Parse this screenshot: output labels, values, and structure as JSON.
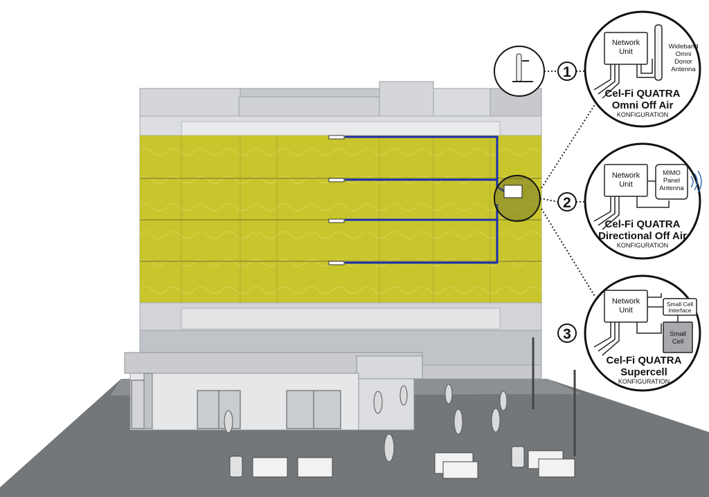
{
  "configs": [
    {
      "number": "1",
      "title_line1": "Cel-Fi QUATRA",
      "title_line2": "Omni Off Air",
      "subtitle": "KONFIGURATION",
      "unit_label_1": "Network",
      "unit_label_2": "Unit",
      "antenna_label": [
        "Wideband",
        "Omni",
        "Donor",
        "Antenna"
      ]
    },
    {
      "number": "2",
      "title_line1": "Cel-Fi QUATRA",
      "title_line2": "Directional Off Air",
      "subtitle": "KONFIGURATION",
      "unit_label_1": "Network",
      "unit_label_2": "Unit",
      "antenna_label": [
        "MIMO",
        "Panel",
        "Antenna"
      ]
    },
    {
      "number": "3",
      "title_line1": "Cel-Fi QUATRA",
      "title_line2": "Supercell",
      "subtitle": "KONFIGURATION",
      "unit_label_1": "Network",
      "unit_label_2": "Unit",
      "interface_label": [
        "Small Cell",
        "Interface"
      ],
      "small_cell_label": [
        "Small",
        "Cell"
      ]
    }
  ],
  "colors": {
    "coverage": "#c8c400",
    "cable": "#1a2fb0",
    "building": "#b9bcc2",
    "ground": "#6f7275",
    "outline": "#1a1a1a"
  }
}
